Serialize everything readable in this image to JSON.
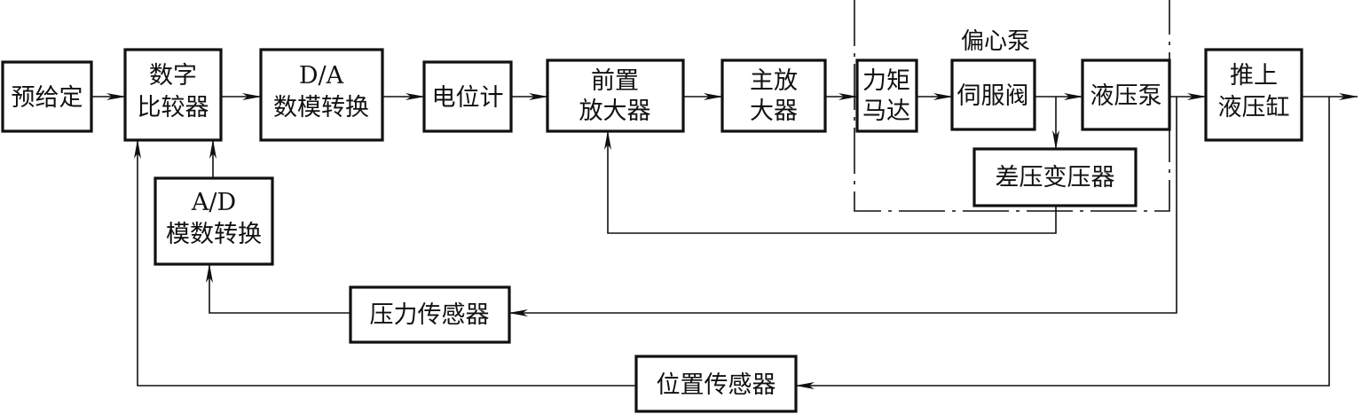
{
  "blocks": {
    "preset": "预给定",
    "digital_comparator": [
      "数字",
      "比较器"
    ],
    "dac": [
      "D/A",
      "数模转换"
    ],
    "potentiometer": "电位计",
    "preamplifier": [
      "前置",
      "放大器"
    ],
    "main_amplifier": [
      "主放",
      "大器"
    ],
    "torque_motor": [
      "力矩",
      "马达"
    ],
    "servo_valve": "伺服阀",
    "hydraulic_pump": "液压泵",
    "push_cylinder": [
      "推上",
      "液压缸"
    ],
    "differential_transformer": "差压变压器",
    "adc": [
      "A/D",
      "模数转换"
    ],
    "pressure_sensor": "压力传感器",
    "position_sensor": "位置传感器"
  },
  "group_label": "偏心泵"
}
